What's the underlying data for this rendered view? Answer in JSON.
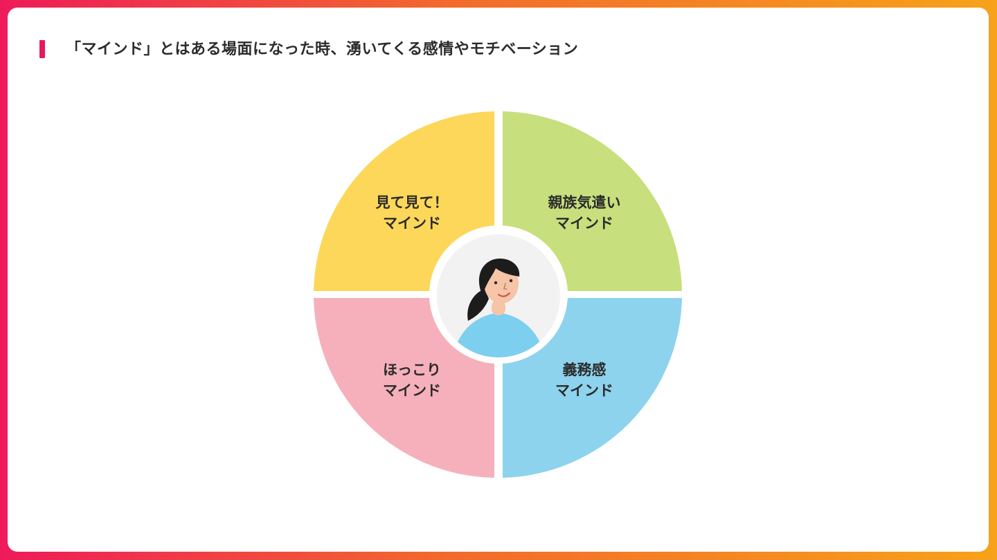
{
  "heading": "「マインド」とはある場面になった時、湧いてくる感情やモチベーション",
  "quadrants": [
    {
      "key": "top-left",
      "line1": "見て見て！",
      "line2": "マインド",
      "color": "#fcd75a"
    },
    {
      "key": "top-right",
      "line1": "親族気遣い",
      "line2": "マインド",
      "color": "#c7df7c"
    },
    {
      "key": "bottom-left",
      "line1": "ほっこり",
      "line2": "マインド",
      "color": "#f6b0bb"
    },
    {
      "key": "bottom-right",
      "line1": "義務感",
      "line2": "マインド",
      "color": "#8dd3ee"
    }
  ],
  "colors": {
    "accent": "#e8195a",
    "center_bg": "#f2f2f2",
    "shirt": "#7dcff0",
    "hair": "#1c1c1c",
    "skin": "#f6c4a6"
  },
  "center_icon": "person-icon"
}
